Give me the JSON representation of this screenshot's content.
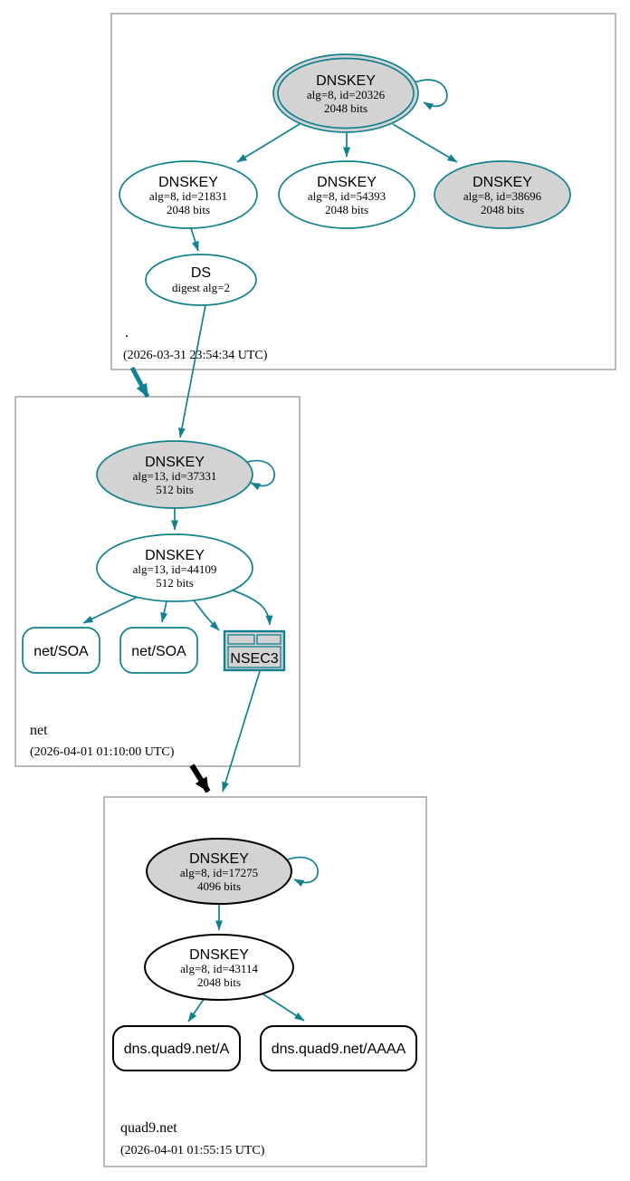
{
  "colors": {
    "secure_teal": "#12818f",
    "node_gray_fill": "#d3d3d3",
    "node_white_fill": "#ffffff",
    "black_border": "#000000",
    "zone_box_border": "#8c8c8c"
  },
  "zones": {
    "root": {
      "label": ".",
      "timestamp": "(2026-03-31 23:54:34 UTC)",
      "nodes": {
        "ksk": {
          "title": "DNSKEY",
          "detail1": "alg=8, id=20326",
          "detail2": "2048 bits"
        },
        "zsk1": {
          "title": "DNSKEY",
          "detail1": "alg=8, id=21831",
          "detail2": "2048 bits"
        },
        "zsk2": {
          "title": "DNSKEY",
          "detail1": "alg=8, id=54393",
          "detail2": "2048 bits"
        },
        "zsk3": {
          "title": "DNSKEY",
          "detail1": "alg=8, id=38696",
          "detail2": "2048 bits"
        },
        "ds": {
          "title": "DS",
          "detail1": "digest alg=2"
        }
      }
    },
    "net": {
      "label": "net",
      "timestamp": "(2026-04-01 01:10:00 UTC)",
      "nodes": {
        "ksk": {
          "title": "DNSKEY",
          "detail1": "alg=13, id=37331",
          "detail2": "512 bits"
        },
        "zsk": {
          "title": "DNSKEY",
          "detail1": "alg=13, id=44109",
          "detail2": "512 bits"
        },
        "soa1": {
          "label": "net/SOA"
        },
        "soa2": {
          "label": "net/SOA"
        },
        "nsec3": {
          "label": "NSEC3"
        }
      }
    },
    "quad9": {
      "label": "quad9.net",
      "timestamp": "(2026-04-01 01:55:15 UTC)",
      "nodes": {
        "ksk": {
          "title": "DNSKEY",
          "detail1": "alg=8, id=17275",
          "detail2": "4096 bits"
        },
        "zsk": {
          "title": "DNSKEY",
          "detail1": "alg=8, id=43114",
          "detail2": "2048 bits"
        },
        "a": {
          "label": "dns.quad9.net/A"
        },
        "aaaa": {
          "label": "dns.quad9.net/AAAA"
        }
      }
    }
  }
}
